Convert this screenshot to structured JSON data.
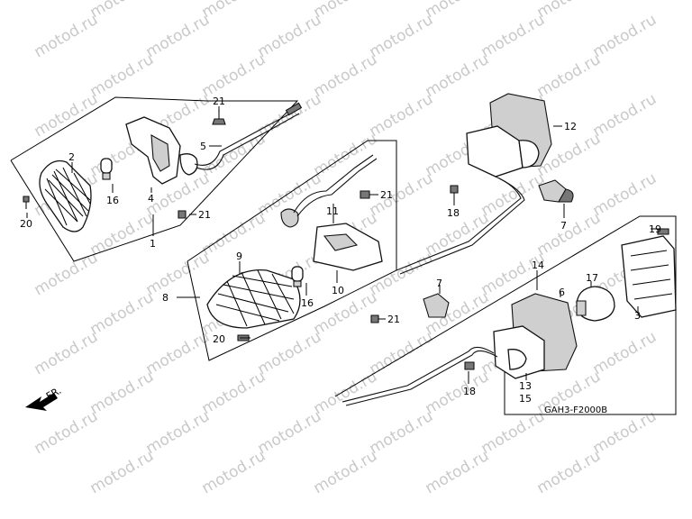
{
  "watermark": {
    "text": "motod.ru"
  },
  "diagram_code": "GAH3-F2000B",
  "direction_marker": "FR.",
  "callouts": {
    "c1": "1",
    "c2": "2",
    "c3": "3",
    "c4": "4",
    "c5": "5",
    "c6": "6",
    "c7a": "7",
    "c7b": "7",
    "c8": "8",
    "c9": "9",
    "c10": "10",
    "c11": "11",
    "c12": "12",
    "c13": "13",
    "c14": "14",
    "c15": "15",
    "c16a": "16",
    "c16b": "16",
    "c17": "17",
    "c18a": "18",
    "c18b": "18",
    "c19": "19",
    "c20a": "20",
    "c20b": "20",
    "c21a": "21",
    "c21b": "21",
    "c21c": "21",
    "c21d": "21"
  }
}
